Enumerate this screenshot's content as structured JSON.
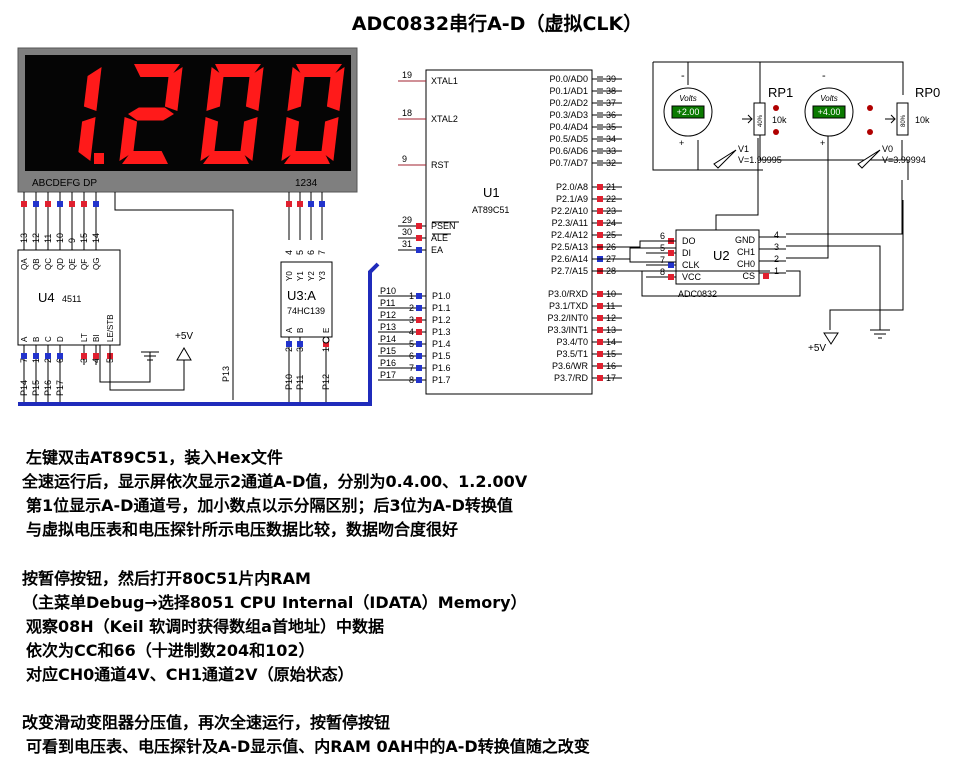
{
  "title": "ADC0832串行A-D（虚拟CLK）",
  "display": {
    "digits": [
      "1.",
      "2",
      "0",
      "0"
    ],
    "segment_labels": "ABCDEFG  DP",
    "digit_labels": "1234",
    "color_on": "#ff1a1a",
    "color_bg": "#7f7f7f"
  },
  "u4": {
    "ref": "U4",
    "part": "4511",
    "top_pin_numbers": [
      "13",
      "12",
      "11",
      "10",
      "9",
      "15",
      "14"
    ],
    "top_pin_names": [
      "QA",
      "QB",
      "QC",
      "QD",
      "QE",
      "QF",
      "QG"
    ],
    "bottom_pin_names": [
      "A",
      "B",
      "C",
      "D",
      "LT",
      "BI",
      "LE/STB"
    ],
    "bottom_pin_numbers": [
      "7",
      "1",
      "2",
      "6",
      "3",
      "4",
      "5"
    ],
    "bottom_nets": [
      "P14",
      "P15",
      "P16",
      "P17"
    ]
  },
  "u3": {
    "ref": "U3:A",
    "part": "74HC139",
    "top_pin_numbers": [
      "4",
      "5",
      "6",
      "7"
    ],
    "top_pin_names": [
      "Y0",
      "Y1",
      "Y2",
      "Y3"
    ],
    "bottom_pin_names": [
      "A",
      "B",
      "E"
    ],
    "bottom_pin_numbers": [
      "2",
      "3",
      "1"
    ],
    "bottom_nets": [
      "P10",
      "P11",
      "P12"
    ]
  },
  "vcc_label": "+5V",
  "p13_label": "P13",
  "u1": {
    "ref": "U1",
    "part": "AT89C51",
    "left_pins": [
      {
        "num": "19",
        "name": "XTAL1"
      },
      {
        "num": "18",
        "name": "XTAL2"
      },
      {
        "num": "9",
        "name": "RST"
      },
      {
        "num": "29",
        "name": "PSEN"
      },
      {
        "num": "30",
        "name": "ALE"
      },
      {
        "num": "31",
        "name": "EA"
      }
    ],
    "port1_nets": [
      "P10",
      "P11",
      "P12",
      "P13",
      "P14",
      "P15",
      "P16",
      "P17"
    ],
    "port1_pins": [
      {
        "num": "1",
        "name": "P1.0"
      },
      {
        "num": "2",
        "name": "P1.1"
      },
      {
        "num": "3",
        "name": "P1.2"
      },
      {
        "num": "4",
        "name": "P1.3"
      },
      {
        "num": "5",
        "name": "P1.4"
      },
      {
        "num": "6",
        "name": "P1.5"
      },
      {
        "num": "7",
        "name": "P1.6"
      },
      {
        "num": "8",
        "name": "P1.7"
      }
    ],
    "port0_pins": [
      {
        "num": "39",
        "name": "P0.0/AD0"
      },
      {
        "num": "38",
        "name": "P0.1/AD1"
      },
      {
        "num": "37",
        "name": "P0.2/AD2"
      },
      {
        "num": "36",
        "name": "P0.3/AD3"
      },
      {
        "num": "35",
        "name": "P0.4/AD4"
      },
      {
        "num": "34",
        "name": "P0.5/AD5"
      },
      {
        "num": "33",
        "name": "P0.6/AD6"
      },
      {
        "num": "32",
        "name": "P0.7/AD7"
      }
    ],
    "port2_pins": [
      {
        "num": "21",
        "name": "P2.0/A8"
      },
      {
        "num": "22",
        "name": "P2.1/A9"
      },
      {
        "num": "23",
        "name": "P2.2/A10"
      },
      {
        "num": "24",
        "name": "P2.3/A11"
      },
      {
        "num": "25",
        "name": "P2.4/A12"
      },
      {
        "num": "26",
        "name": "P2.5/A13"
      },
      {
        "num": "27",
        "name": "P2.6/A14"
      },
      {
        "num": "28",
        "name": "P2.7/A15"
      }
    ],
    "port3_pins": [
      {
        "num": "10",
        "name": "P3.0/RXD"
      },
      {
        "num": "11",
        "name": "P3.1/TXD"
      },
      {
        "num": "12",
        "name": "P3.2/INT0"
      },
      {
        "num": "13",
        "name": "P3.3/INT1"
      },
      {
        "num": "14",
        "name": "P3.4/T0"
      },
      {
        "num": "15",
        "name": "P3.5/T1"
      },
      {
        "num": "16",
        "name": "P3.6/WR"
      },
      {
        "num": "17",
        "name": "P3.7/RD"
      }
    ]
  },
  "u2": {
    "ref": "U2",
    "part": "ADC0832",
    "left_pins": [
      {
        "num": "6",
        "name": "DO"
      },
      {
        "num": "5",
        "name": "DI"
      },
      {
        "num": "7",
        "name": "CLK"
      },
      {
        "num": "8",
        "name": "VCC"
      }
    ],
    "right_pins": [
      {
        "num": "4",
        "name": "GND"
      },
      {
        "num": "3",
        "name": "CH1"
      },
      {
        "num": "2",
        "name": "CH0"
      },
      {
        "num": "1",
        "name": "CS"
      }
    ],
    "vcc_label": "+5V"
  },
  "voltmeters": [
    {
      "label": "Volts",
      "reading": "+2.00"
    },
    {
      "label": "Volts",
      "reading": "+4.00"
    }
  ],
  "pots": [
    {
      "ref": "RP1",
      "value": "10k",
      "percent": "40%"
    },
    {
      "ref": "RP0",
      "value": "10k",
      "percent": "80%"
    }
  ],
  "probes": [
    {
      "name": "V1",
      "value": "V=1.99995"
    },
    {
      "name": "V0",
      "value": "V=3.99994"
    }
  ],
  "notes": [
    " 左键双击AT89C51，装入Hex文件",
    "全速运行后，显示屏依次显示2通道A-D值，分别为0.4.00、1.2.00V",
    " 第1位显示A-D通道号，加小数点以示分隔区别；后3位为A-D转换值",
    " 与虚拟电压表和电压探针所示电压数据比较，数据吻合度很好",
    "  按暂停按钮，然后打开80C51片内RAM",
    "（主菜单Debug→选择8051 CPU Internal（IDATA）Memory）",
    " 观察08H（Keil 软调时获得数组a首地址）中数据",
    "  依次为CC和66（十进制数204和102）",
    "  对应CH0通道4V、CH1通道2V（原始状态）",
    " 改变滑动变阻器分压值，再次全速运行，按暂停按钮",
    "可看到电压表、电压探针及A-D显示值、内RAM 0AH中的A-D转换值随之改变"
  ]
}
